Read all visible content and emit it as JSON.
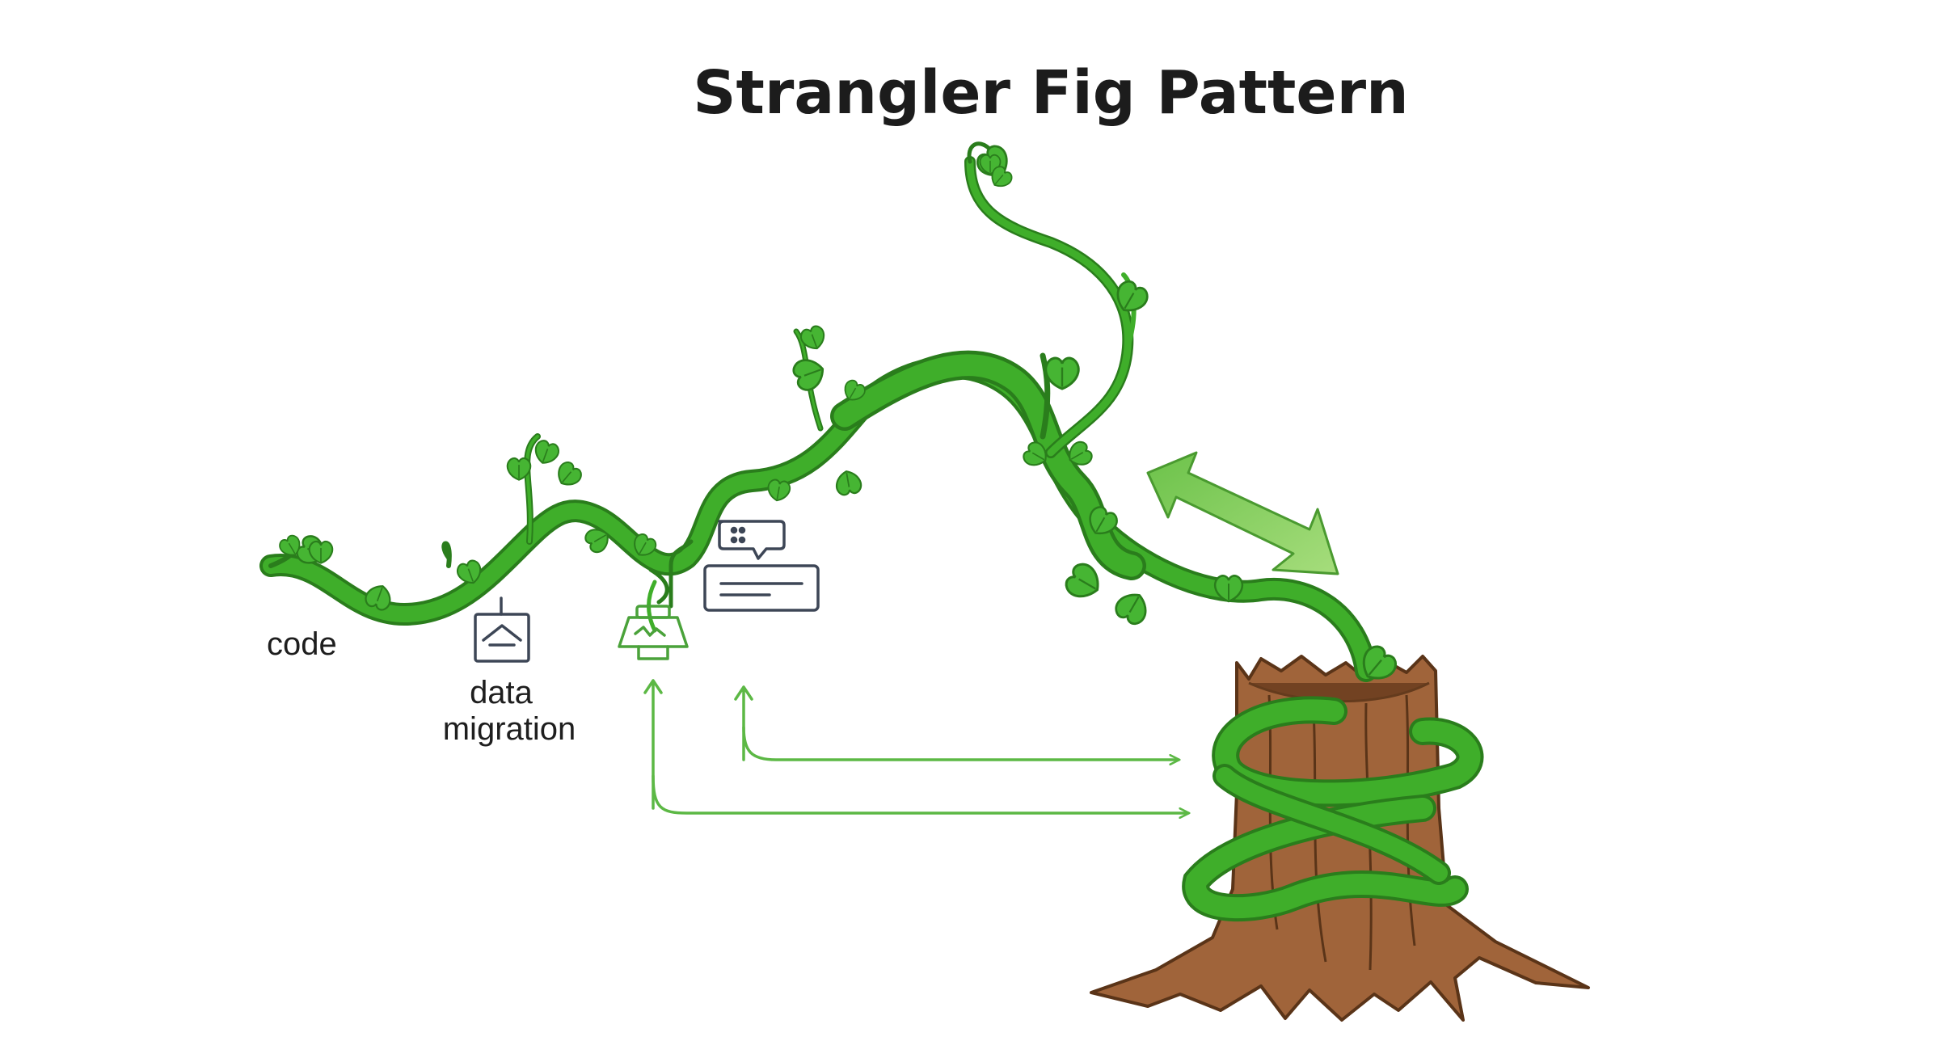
{
  "title": "Strangler Fig Pattern",
  "labels": {
    "code": "code",
    "data_line1": "data",
    "data_line2": "migration"
  },
  "icons": [
    "home-box-icon",
    "plug-adapter-icon",
    "chat-bubble-icon",
    "ui-panel-icon"
  ],
  "colors": {
    "vine": "#3fae2a",
    "vine_dark": "#2a7d1c",
    "leaf": "#46b533",
    "arrow": "#5cb845",
    "bark": "#a0643a",
    "bark_dark": "#5a3418",
    "icon_stroke": "#3d4656"
  }
}
